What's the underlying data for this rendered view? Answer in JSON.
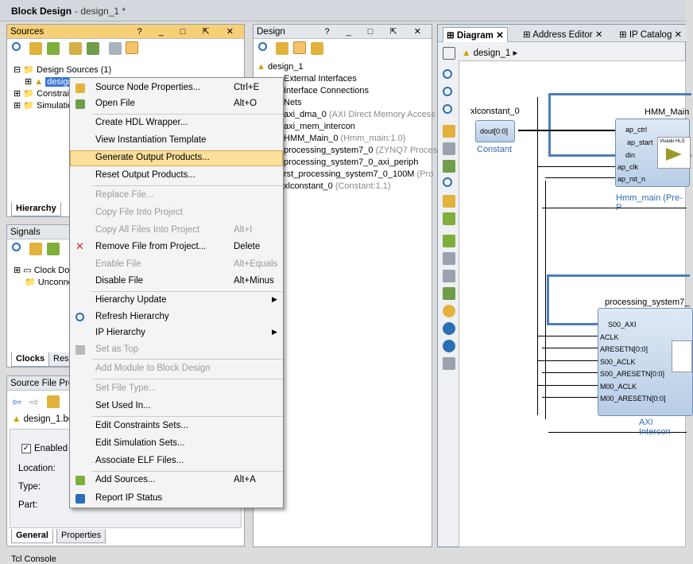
{
  "window": {
    "title": "Block Design",
    "subtitle": "- design_1 *"
  },
  "sources": {
    "title": "Sources",
    "controls": "? _ □ ⇱ ✕",
    "tree": [
      {
        "label": "Design Sources",
        "count": "(1)"
      },
      {
        "label": "design_1 (design_1.bd) (3)"
      },
      {
        "label": "Constraints"
      },
      {
        "label": "Simulation Sources"
      }
    ],
    "tab": "Hierarchy"
  },
  "signals": {
    "title": "Signals",
    "items": [
      "Clock Domains",
      "Unconnected"
    ],
    "tabs": [
      "Clocks",
      "Resets"
    ]
  },
  "sfp": {
    "title": "Source File Properties",
    "file": "design_1.bd",
    "enabled": "Enabled",
    "fields": [
      "Location:",
      "Type:",
      "Part:"
    ],
    "tabs": [
      "General",
      "Properties"
    ]
  },
  "design": {
    "title": "Design",
    "controls": "? _ □ ⇱ ✕",
    "root": "design_1",
    "items": [
      {
        "name": "External Interfaces",
        "detail": ""
      },
      {
        "name": "Interface Connections",
        "detail": ""
      },
      {
        "name": "Nets",
        "detail": ""
      },
      {
        "name": "axi_dma_0",
        "detail": "(AXI Direct Memory Access"
      },
      {
        "name": "axi_mem_intercon",
        "detail": ""
      },
      {
        "name": "HMM_Main_0",
        "detail": "(Hmm_main:1.0)"
      },
      {
        "name": "processing_system7_0",
        "detail": "(ZYNQ7 Proces"
      },
      {
        "name": "processing_system7_0_axi_periph",
        "detail": ""
      },
      {
        "name": "rst_processing_system7_0_100M",
        "detail": "(Pro"
      },
      {
        "name": "xlconstant_0",
        "detail": "(Constant:1.1)"
      }
    ]
  },
  "menu": [
    {
      "label": "Source Node Properties...",
      "shortcut": "Ctrl+E",
      "enabled": true,
      "icon": "properties-icon"
    },
    {
      "label": "Open File",
      "shortcut": "Alt+O",
      "enabled": true,
      "icon": "open-file-icon"
    },
    {
      "label": "Create HDL Wrapper...",
      "shortcut": "",
      "enabled": true
    },
    {
      "label": "View Instantiation Template",
      "shortcut": "",
      "enabled": true
    },
    {
      "label": "Generate Output Products...",
      "shortcut": "",
      "enabled": true,
      "highlight": true
    },
    {
      "label": "Reset Output Products...",
      "shortcut": "",
      "enabled": true
    },
    {
      "label": "Replace File...",
      "shortcut": "",
      "enabled": false
    },
    {
      "label": "Copy File Into Project",
      "shortcut": "",
      "enabled": false
    },
    {
      "label": "Copy All Files Into Project",
      "shortcut": "Alt+I",
      "enabled": false
    },
    {
      "label": "Remove File from Project...",
      "shortcut": "Delete",
      "enabled": true,
      "icon": "remove-icon"
    },
    {
      "label": "Enable File",
      "shortcut": "Alt+Equals",
      "enabled": false
    },
    {
      "label": "Disable File",
      "shortcut": "Alt+Minus",
      "enabled": true
    },
    {
      "label": "Hierarchy Update",
      "shortcut": "",
      "enabled": true,
      "submenu": true
    },
    {
      "label": "Refresh Hierarchy",
      "shortcut": "",
      "enabled": true,
      "icon": "refresh-icon"
    },
    {
      "label": "IP Hierarchy",
      "shortcut": "",
      "enabled": true,
      "submenu": true
    },
    {
      "label": "Set as Top",
      "shortcut": "",
      "enabled": false,
      "icon": "set-top-icon"
    },
    {
      "label": "Add Module to Block Design",
      "shortcut": "",
      "enabled": false
    },
    {
      "label": "Set File Type...",
      "shortcut": "",
      "enabled": false
    },
    {
      "label": "Set Used In...",
      "shortcut": "",
      "enabled": true
    },
    {
      "label": "Edit Constraints Sets...",
      "shortcut": "",
      "enabled": true
    },
    {
      "label": "Edit Simulation Sets...",
      "shortcut": "",
      "enabled": true
    },
    {
      "label": "Associate ELF Files...",
      "shortcut": "",
      "enabled": true
    },
    {
      "label": "Add Sources...",
      "shortcut": "Alt+A",
      "enabled": true,
      "icon": "add-sources-icon"
    },
    {
      "label": "Report IP Status",
      "shortcut": "",
      "enabled": true,
      "icon": "report-icon"
    }
  ],
  "diagram": {
    "tabs": [
      "Diagram",
      "Address Editor",
      "IP Catalog"
    ],
    "breadcrumb": "design_1",
    "xlconst": {
      "title": "xlconstant_0",
      "port": "dout[0:0]",
      "caption": "Constant"
    },
    "hmm": {
      "title": "HMM_Main",
      "pins": [
        "ap_ctrl",
        "ap_start",
        "din",
        "ap_clk",
        "ap_rst_n"
      ],
      "caption": "Hmm_main (Pre-P",
      "logo": "Vivado HLS"
    },
    "interconnect": {
      "title": "processing_system7_",
      "pins": [
        "S00_AXI",
        "ACLK",
        "ARESETN[0:0]",
        "S00_ACLK",
        "S00_ARESETN[0:0]",
        "M00_ACLK",
        "M00_ARESETN[0:0]"
      ],
      "caption": "AXI Intercon"
    }
  },
  "tcl": "Tcl Console"
}
